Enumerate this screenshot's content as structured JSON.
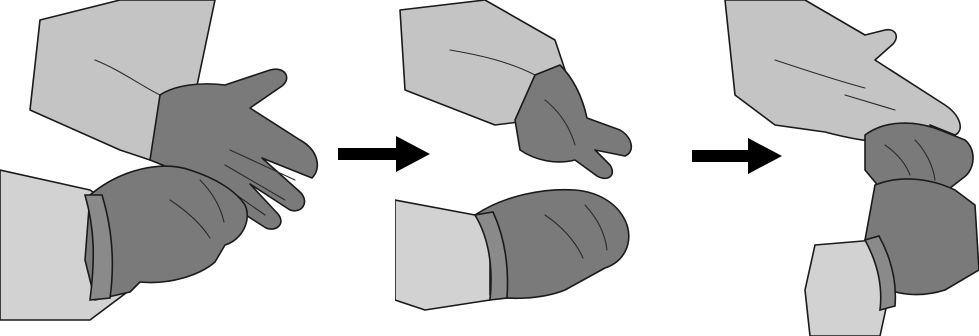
{
  "steps": [
    {
      "index": 1,
      "illustration": "hand-grasping-glove-at-wrist-icon"
    },
    {
      "index": 2,
      "illustration": "hand-peeling-glove-inside-out-icon"
    },
    {
      "index": 3,
      "illustration": "glove-pulled-off-fingers-icon"
    }
  ],
  "arrows": [
    {
      "direction": "right",
      "icon": "right-arrow-icon"
    },
    {
      "direction": "right",
      "icon": "right-arrow-icon"
    }
  ],
  "colors": {
    "skin": "#c4c4c4",
    "glove": "#7a7a7a",
    "outline": "#1a1a1a",
    "arrow": "#000000",
    "background": "#ffffff"
  }
}
